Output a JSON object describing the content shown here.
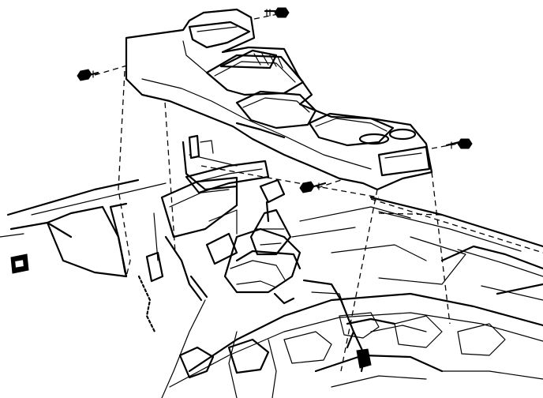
{
  "figure": {
    "subject": "center-console-exploded-view",
    "fasteners": [
      "bolt-top-rear",
      "bolt-left",
      "bolt-right",
      "bolt-front"
    ],
    "ink_color": "#000000",
    "paper_color": "#ffffff"
  }
}
